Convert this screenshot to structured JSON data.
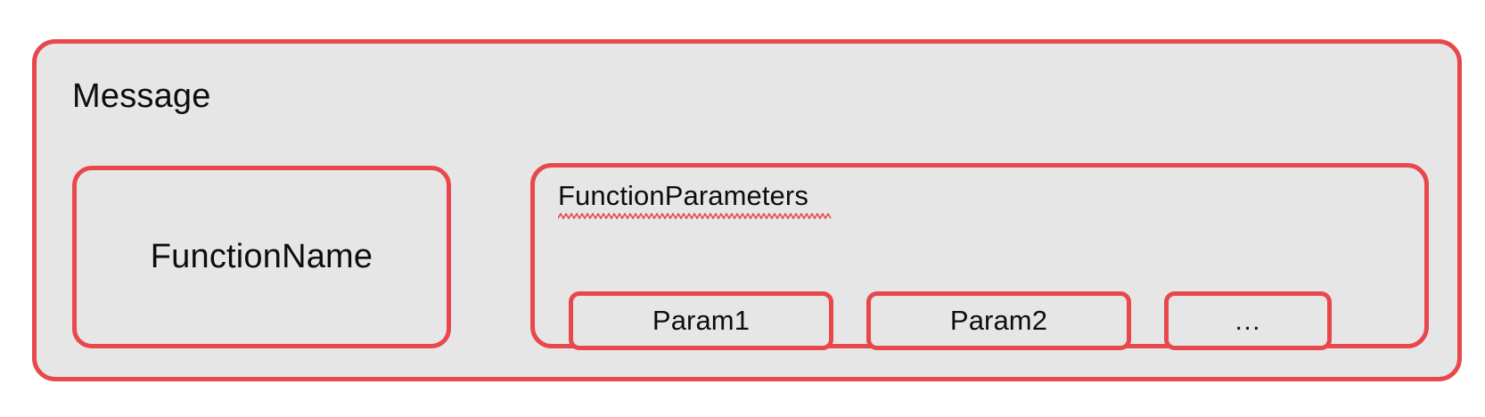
{
  "diagram": {
    "type": "nested-block-diagram",
    "accent_color": "#E8474C",
    "fill_color": "#E6E6E6",
    "text_color": "#0d0d0d",
    "background_color": "#FFFFFF",
    "message": {
      "title": "Message",
      "function_name": {
        "label": "FunctionName"
      },
      "function_parameters": {
        "label": "FunctionParameters",
        "label_has_spellcheck_underline": true,
        "params": [
          {
            "label": "Param1",
            "width": "wide"
          },
          {
            "label": "Param2",
            "width": "wide"
          },
          {
            "label": "…",
            "width": "narrow"
          }
        ]
      }
    }
  }
}
